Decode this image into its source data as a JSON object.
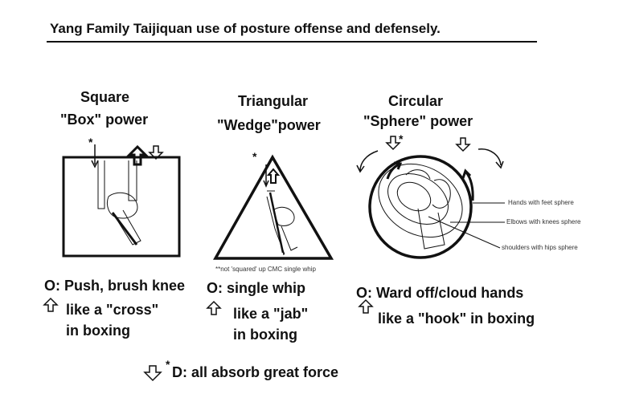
{
  "title": "Yang Family Taijiquan use of  posture offense and defensely.",
  "square": {
    "heading": "Square",
    "subheading": "\"Box\" power",
    "offense": "O: Push, brush knee",
    "line2": "like a \"cross\"",
    "line3": "in boxing"
  },
  "triangular": {
    "heading": "Triangular",
    "subheading": "\"Wedge\"power",
    "note": "**not 'squared' up CMC single whip",
    "offense": "O: single whip",
    "line2": "like a \"jab\"",
    "line3": "in boxing"
  },
  "circular": {
    "heading": "Circular",
    "subheading": "\"Sphere\"  power",
    "labels": [
      "Hands with feet sphere",
      "Elbows with knees sphere",
      "shoulders with hips sphere"
    ],
    "offense": "O: Ward off/cloud hands",
    "line2": "like a \"hook\" in boxing"
  },
  "defense": {
    "asterisk": "*",
    "text": "D: all absorb great force"
  }
}
